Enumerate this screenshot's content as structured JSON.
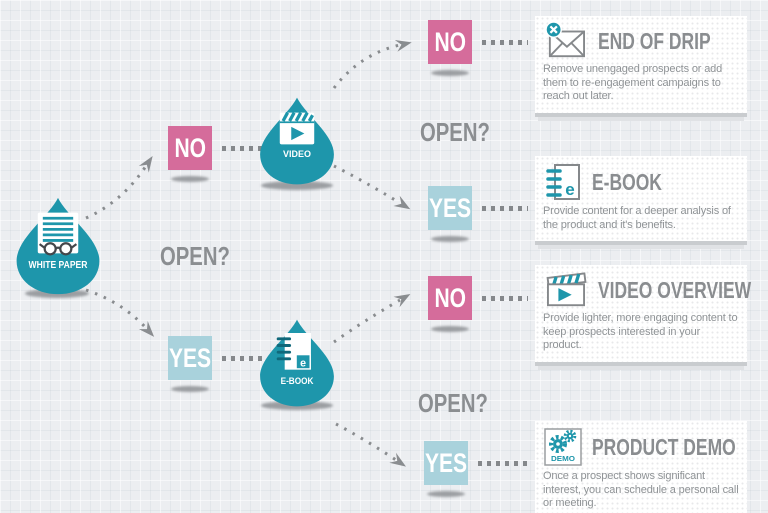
{
  "colors": {
    "background": "#eceef1",
    "teal": "#1e96ab",
    "pink": "#d56c9b",
    "light_blue": "#a9d2dc",
    "title_gray": "#8a8d90",
    "body_gray": "#8f9396",
    "arrow_gray": "#85888b",
    "card_background": "#ffffff"
  },
  "flow": {
    "start_node": {
      "label": "WHITE PAPER"
    },
    "open_label": "OPEN?",
    "no_label": "NO",
    "yes_label": "YES",
    "mid_nodes": {
      "video": {
        "label": "VIDEO"
      },
      "ebook": {
        "label": "E-BOOK"
      }
    }
  },
  "outcomes": [
    {
      "title": "END OF DRIP",
      "description": "Remove unengaged prospects or add them to re-engagement campaigns to reach out later."
    },
    {
      "title": "E-BOOK",
      "description": "Provide content for a deeper analysis of the product and it's benefits."
    },
    {
      "title": "VIDEO OVERVIEW",
      "description": "Provide lighter, more engaging content to keep prospects interested in your product."
    },
    {
      "title": "PRODUCT DEMO",
      "description": "Once a prospect shows significant interest, you can schedule a personal call or meeting.",
      "badge": "DEMO"
    }
  ]
}
